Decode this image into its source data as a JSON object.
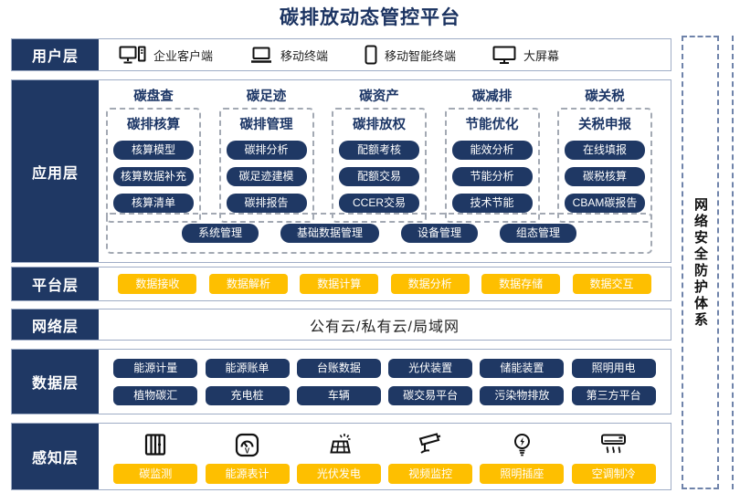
{
  "title": "碳排放动态管控平台",
  "colors": {
    "navy": "#1F3864",
    "yellow": "#FEBF00",
    "band_border": "#9FADC6",
    "dash_border": "#A3A9B3"
  },
  "layers": {
    "user": {
      "label": "用户层",
      "items": [
        {
          "icon": "desktop-pc-icon",
          "label": "企业客户端"
        },
        {
          "icon": "laptop-icon",
          "label": "移动终端"
        },
        {
          "icon": "smartphone-icon",
          "label": "移动智能终端"
        },
        {
          "icon": "large-screen-icon",
          "label": "大屏幕"
        }
      ]
    },
    "app": {
      "label": "应用层",
      "columns": [
        {
          "header": "碳盘查",
          "title": "碳排核算",
          "items": [
            "核算模型",
            "核算数据补充",
            "核算清单"
          ]
        },
        {
          "header": "碳足迹",
          "title": "碳排管理",
          "items": [
            "碳排分析",
            "碳足迹建模",
            "碳排报告"
          ]
        },
        {
          "header": "碳资产",
          "title": "碳排放权",
          "items": [
            "配额考核",
            "配额交易",
            "CCER交易"
          ]
        },
        {
          "header": "碳减排",
          "title": "节能优化",
          "items": [
            "能效分析",
            "节能分析",
            "技术节能"
          ]
        },
        {
          "header": "碳关税",
          "title": "关税申报",
          "items": [
            "在线填报",
            "碳税核算",
            "CBAM碳报告"
          ]
        }
      ],
      "common": [
        "系统管理",
        "基础数据管理",
        "设备管理",
        "组态管理"
      ]
    },
    "platform": {
      "label": "平台层",
      "items": [
        "数据接收",
        "数据解析",
        "数据计算",
        "数据分析",
        "数据存储",
        "数据交互"
      ]
    },
    "network": {
      "label": "网络层",
      "text": "公有云/私有云/局域网"
    },
    "data": {
      "label": "数据层",
      "rows": [
        [
          "能源计量",
          "能源账单",
          "台账数据",
          "光伏装置",
          "储能装置",
          "照明用电"
        ],
        [
          "植物碳汇",
          "充电桩",
          "车辆",
          "碳交易平台",
          "污染物排放",
          "第三方平台"
        ]
      ]
    },
    "sense": {
      "label": "感知层",
      "meter_letter": "V",
      "items": [
        {
          "icon": "carbon-monitor-icon",
          "label": "碳监测"
        },
        {
          "icon": "energy-meter-icon",
          "label": "能源表计"
        },
        {
          "icon": "solar-panel-icon",
          "label": "光伏发电"
        },
        {
          "icon": "cctv-camera-icon",
          "label": "视频监控"
        },
        {
          "icon": "light-socket-icon",
          "label": "照明插座"
        },
        {
          "icon": "air-conditioner-icon",
          "label": "空调制冷"
        }
      ]
    }
  },
  "security": {
    "text": "网络安全防护体系"
  }
}
